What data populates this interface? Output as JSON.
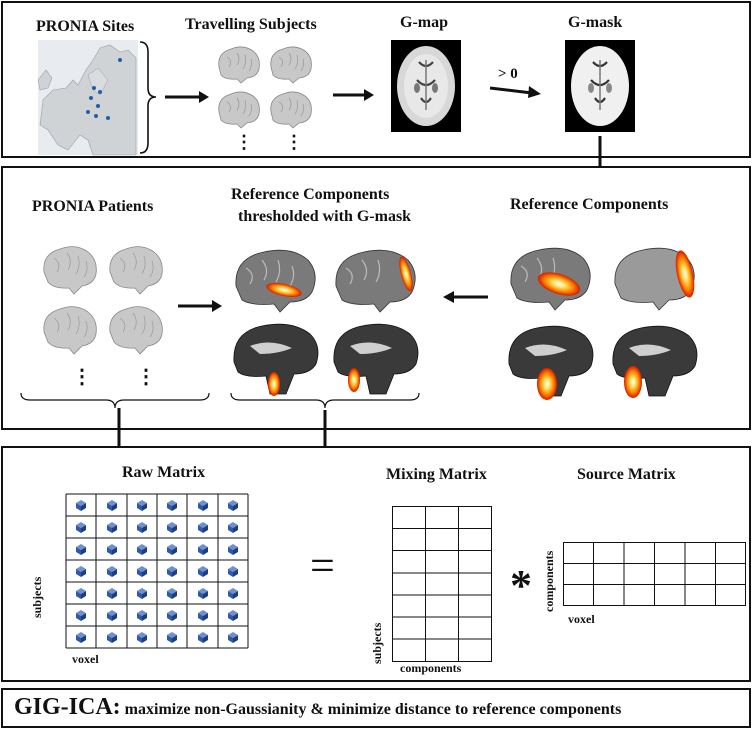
{
  "panel1": {
    "sites_title": "PRONIA Sites",
    "travelling_title": "Travelling Subjects",
    "gmap_title": "G-map",
    "gmask_title": "G-mask",
    "threshold_label": "> 0"
  },
  "panel2": {
    "patients_title": "PRONIA Patients",
    "thresholded_title_line1": "Reference Components",
    "thresholded_title_line2": "thresholded with G-mask",
    "reference_title": "Reference Components"
  },
  "panel3": {
    "raw_title": "Raw Matrix",
    "mixing_title": "Mixing Matrix",
    "source_title": "Source Matrix",
    "raw_ylabel": "subjects",
    "raw_xlabel": "voxel",
    "mixing_ylabel": "subjects",
    "mixing_xlabel": "components",
    "source_ylabel": "components",
    "source_xlabel": "voxel",
    "equals_symbol": "=",
    "multiply_symbol": "*"
  },
  "footer": {
    "method": "GIG-ICA:",
    "description": "maximize non-Gaussianity & minimize distance to reference components"
  },
  "ellipsis": "⋮",
  "colors": {
    "border": "#111111",
    "brain_gray": "#c8c8c8",
    "hot_red": "#d61a00",
    "hot_yellow": "#ffe066",
    "cube_blue": "#2f5aa8"
  }
}
